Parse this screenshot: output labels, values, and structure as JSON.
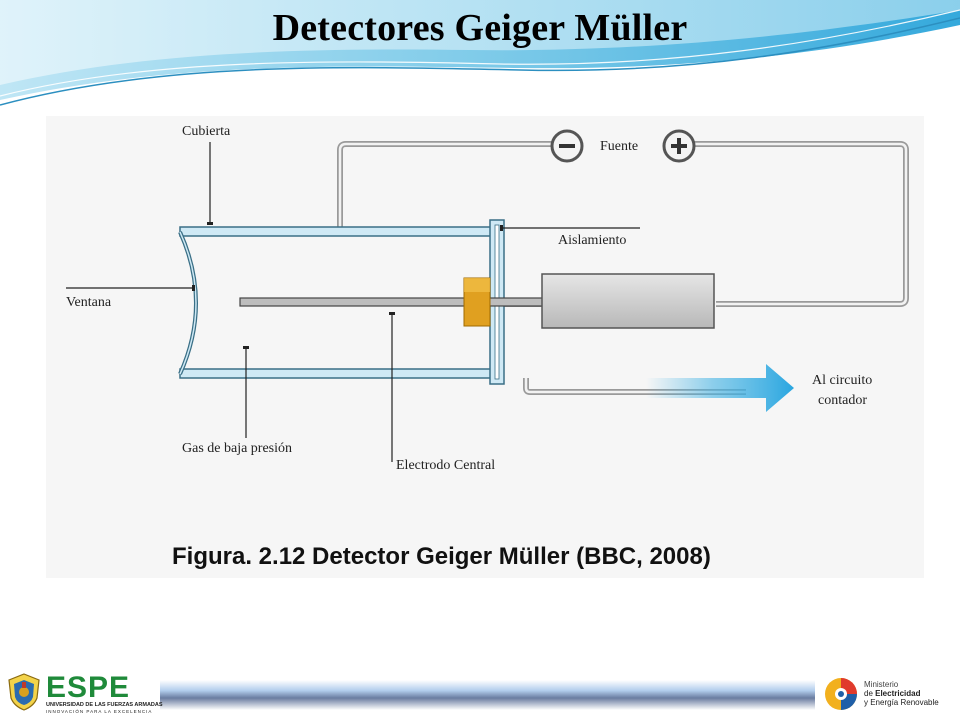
{
  "slide": {
    "title": "Detectores Geiger Müller"
  },
  "diagram": {
    "labels": {
      "cover": "Cubierta",
      "source": "Fuente",
      "minus": "−",
      "plus": "+",
      "insulation": "Aislamiento",
      "window": "Ventana",
      "gas": "Gas de baja presión",
      "electrode": "Electrodo Central",
      "counter_line1": "Al circuito",
      "counter_line2": "contador"
    },
    "caption": "Figura. 2.12 Detector Geiger Müller (BBC, 2008)"
  },
  "footer": {
    "espe_name": "ESPE",
    "espe_subtitle": "UNIVERSIDAD DE LAS FUERZAS ARMADAS",
    "espe_tagline": "INNOVACIÓN PARA LA EXCELENCIA",
    "ministry_line1": "Ministerio",
    "ministry_line2_prefix": "de ",
    "ministry_line2_bold": "Electricidad",
    "ministry_line3": "y Energía Renovable"
  },
  "colors": {
    "tube_outline": "#3a6f86",
    "tube_fill": "#cfe9f5",
    "circuit_wire": "#8a8a8a",
    "insulator": "#e0a020",
    "arrow": "#46b4e4",
    "espe_green": "#1f8a3a"
  }
}
